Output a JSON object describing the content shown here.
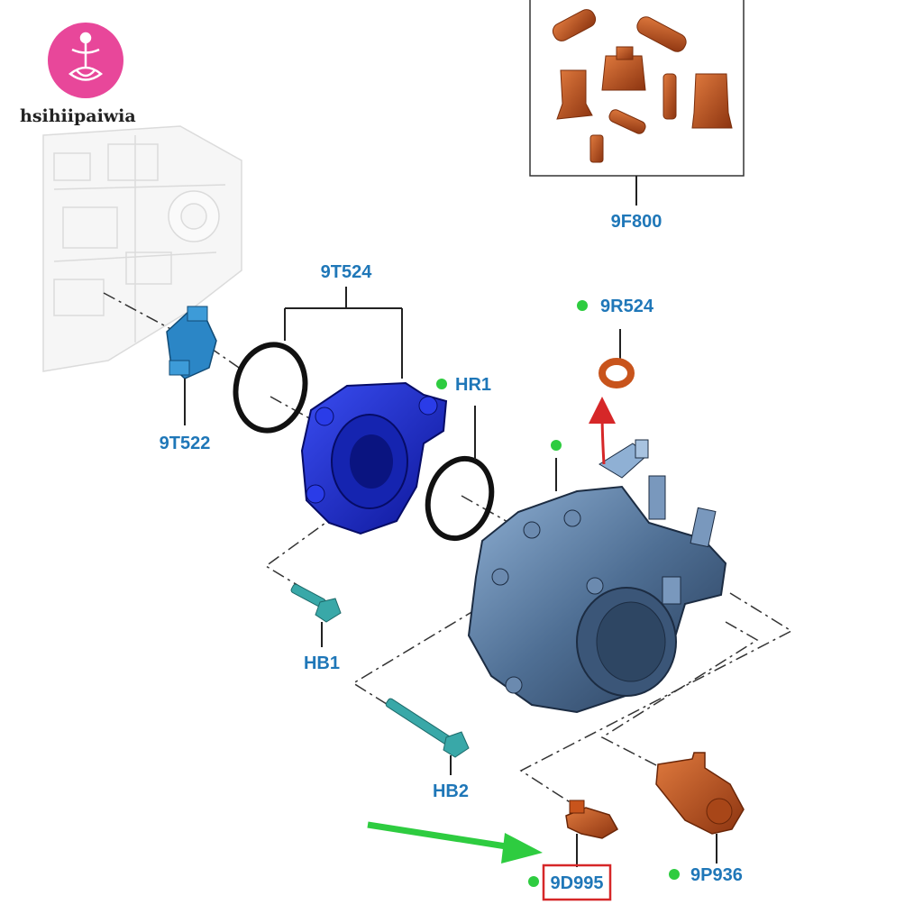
{
  "watermark": {
    "text": "hsihiipaiwia",
    "icon": "lotus-figure-icon"
  },
  "labels": {
    "kit_9F800": "9F800",
    "seal_9R524": "9R524",
    "seals_9T524": "9T524",
    "seal_HR1": "HR1",
    "coupling_9T522": "9T522",
    "bolt_HB1": "HB1",
    "bolt_HB2": "HB2",
    "sensor_9D995": "9D995",
    "valve_9P936": "9P936"
  },
  "colors": {
    "label_blue": "#1f77b8",
    "marker_green": "#2ecc40",
    "highlight_red": "#d62728",
    "arrow_green": "#2ecc40",
    "housing_blue": "#1a2fd0",
    "coupling_blue": "#2b86c6",
    "bolt_teal": "#39a8a8",
    "part_orange": "#c8541c",
    "pump_steel": "#4f6f94",
    "brand_pink": "#e8479a"
  },
  "highlighted_part": "9D995"
}
